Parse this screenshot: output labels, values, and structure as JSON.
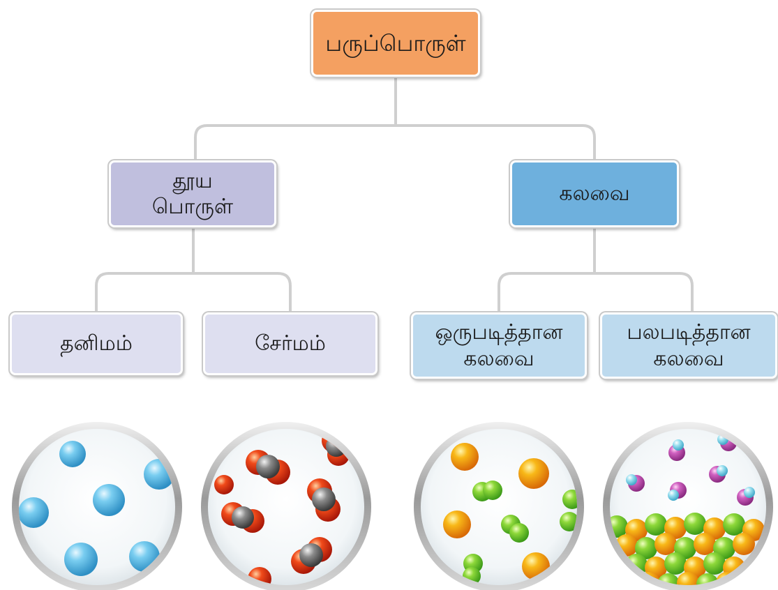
{
  "root": {
    "label": "பருப்பொருள்"
  },
  "pure": {
    "line1": "தூய",
    "line2": "பொருள்"
  },
  "mixture": {
    "label": "கலவை"
  },
  "element": {
    "label": "தனிமம்"
  },
  "compound": {
    "label": "சேர்மம்"
  },
  "homogeneous": {
    "line1": "ஒருபடித்தான",
    "line2": "கலவை"
  },
  "heterogeneous": {
    "line1": "பலபடித்தான",
    "line2": "கலவை"
  },
  "colors": {
    "root": "#f4a061",
    "pure": "#c0bfde",
    "mixture": "#6eb0dd",
    "pure_children": "#dedff0",
    "mixture_children": "#bddaee",
    "connector": "#cfcfcf"
  },
  "illustrations": [
    {
      "name": "element-particles",
      "particles": "blue-spheres"
    },
    {
      "name": "compound-particles",
      "particles": "gray-red-molecules"
    },
    {
      "name": "homogeneous-particles",
      "particles": "orange-green-spheres"
    },
    {
      "name": "heterogeneous-particles",
      "particles": "layered-spheres"
    }
  ]
}
